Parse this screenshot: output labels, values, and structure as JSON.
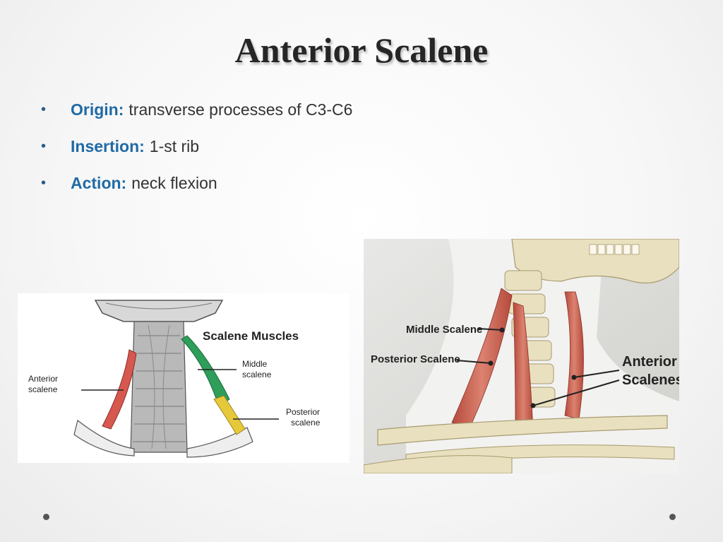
{
  "slide": {
    "title": "Anterior Scalene",
    "bullets": [
      {
        "term": "Origin:",
        "text": "transverse processes of C3-C6"
      },
      {
        "term": "Insertion:",
        "text": "1-st rib"
      },
      {
        "term": "Action:",
        "text": "neck flexion"
      }
    ],
    "bullet_glyph": "•"
  },
  "figure_left": {
    "heading": "Scalene Muscles",
    "labels": {
      "anterior_1": "Anterior",
      "anterior_2": "scalene",
      "middle_1": "Middle",
      "middle_2": "scalene",
      "posterior_1": "Posterior",
      "posterior_2": "scalene"
    },
    "colors": {
      "anterior": "#d7584e",
      "middle": "#2e9e5a",
      "posterior": "#e6c93a"
    }
  },
  "figure_right": {
    "labels": {
      "middle": "Middle Scalene",
      "posterior": "Posterior Scalene",
      "anterior_1": "Anterior",
      "anterior_2": "Scalenes"
    },
    "colors": {
      "muscle": "#c95a4a",
      "bone": "#e9e0bf"
    }
  },
  "theme": {
    "accent": "#1f6aa5",
    "title_color": "#262626"
  }
}
